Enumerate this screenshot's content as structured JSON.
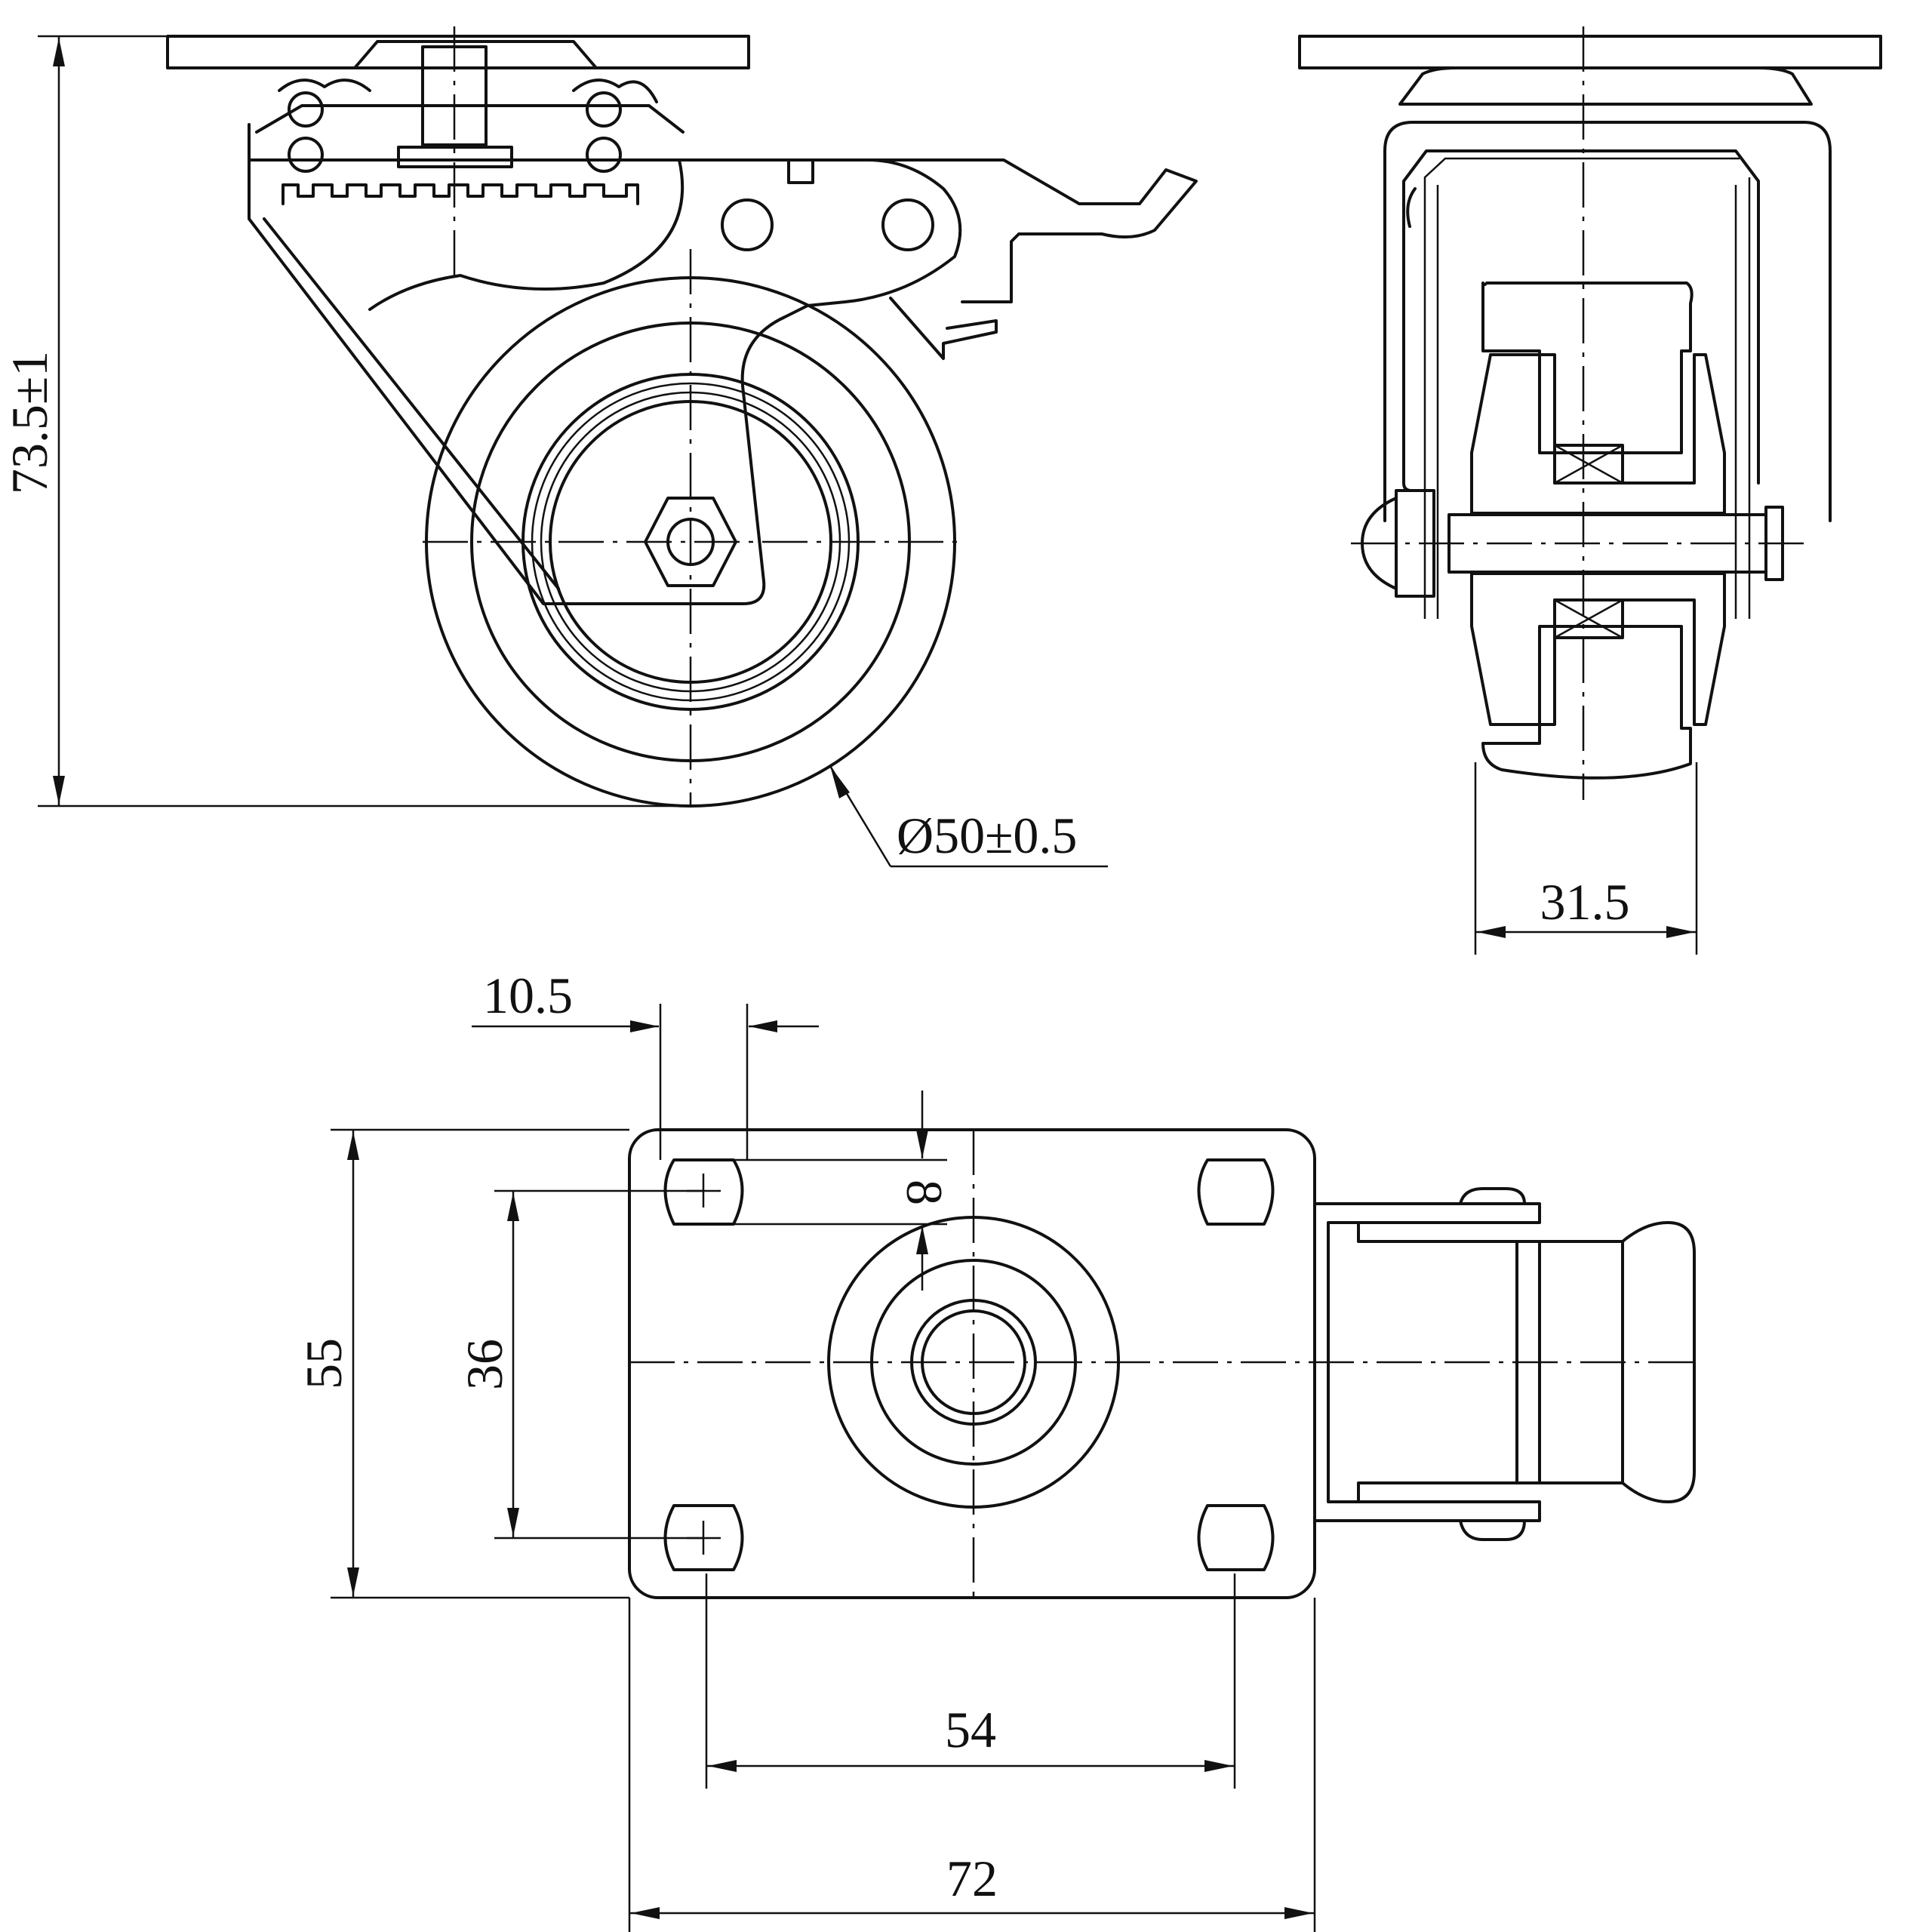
{
  "dimensions": {
    "overall_height": "73.5±1",
    "wheel_diameter": "Ø50±0.5",
    "wheel_width": "31.5",
    "hole_offset": "10.5",
    "hole_size": "8",
    "plate_width": "55",
    "hole_spacing_short": "36",
    "hole_spacing_long": "54",
    "plate_length": "72"
  },
  "colors": {
    "line": "#111111",
    "background": "#ffffff"
  }
}
